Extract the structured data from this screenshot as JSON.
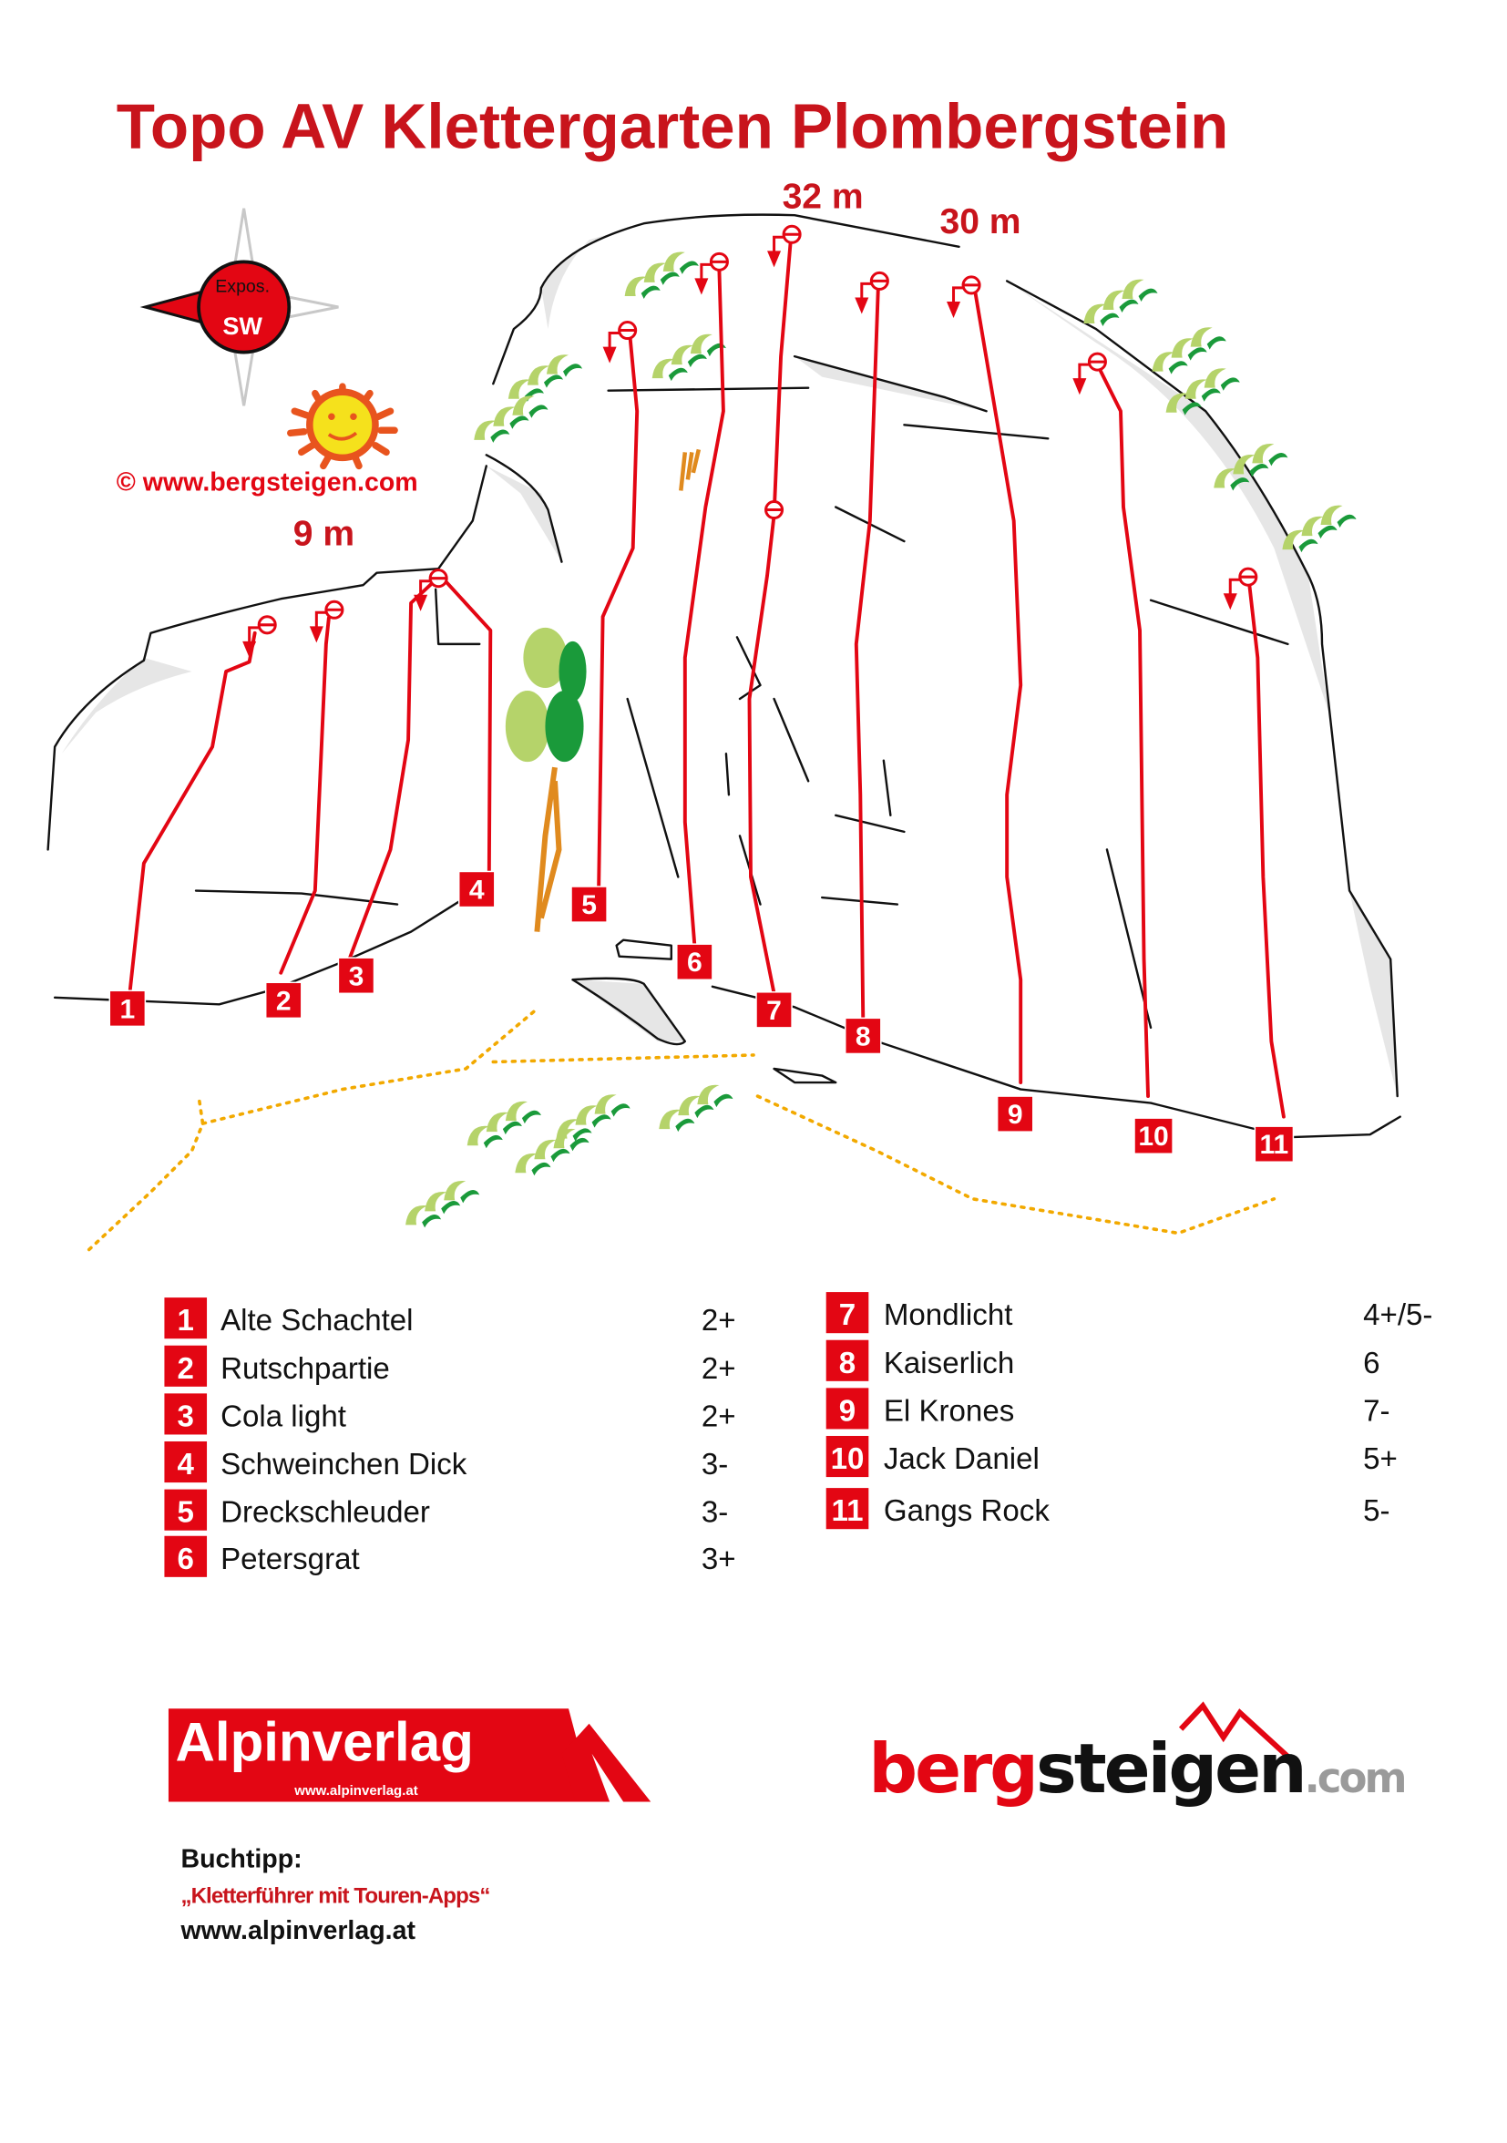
{
  "title": "Topo AV Klettergarten Plombergstein",
  "heights": {
    "left": "9 m",
    "middle": "32 m",
    "right": "30 m"
  },
  "compass": {
    "label": "Expos.",
    "direction": "SW"
  },
  "copyright": "©  www.bergsteigen.com",
  "routes": [
    {
      "number": "1",
      "name": "Alte Schachtel",
      "grade": "2+"
    },
    {
      "number": "2",
      "name": "Rutschpartie",
      "grade": "2+"
    },
    {
      "number": "3",
      "name": "Cola light",
      "grade": "2+"
    },
    {
      "number": "4",
      "name": "Schweinchen Dick",
      "grade": "3-"
    },
    {
      "number": "5",
      "name": "Dreckschleuder",
      "grade": "3-"
    },
    {
      "number": "6",
      "name": "Petersgrat",
      "grade": "3+"
    },
    {
      "number": "7",
      "name": "Mondlicht",
      "grade": "4+/5-"
    },
    {
      "number": "8",
      "name": "Kaiserlich",
      "grade": "6"
    },
    {
      "number": "9",
      "name": "El Krones",
      "grade": "7-"
    },
    {
      "number": "10",
      "name": "Jack Daniel",
      "grade": "5+"
    },
    {
      "number": "11",
      "name": "Gangs Rock",
      "grade": "5-"
    }
  ],
  "logos": {
    "alpinverlag": "Alpinverlag",
    "alpinverlag_url": "www.alpinverlag.at",
    "bergsteigen_red": "berg",
    "bergsteigen_black": "steigen",
    "bergsteigen_com": ".com"
  },
  "book_tip": {
    "label": "Buchtipp:",
    "title": "„Kletterführer mit Touren-Apps“",
    "url": "www.alpinverlag.at"
  },
  "colors": {
    "red": "#e30613",
    "dark_red": "#c8141c",
    "tree_light": "#b5d36a",
    "tree_dark": "#1a9a3a",
    "path": "#f2a900"
  }
}
